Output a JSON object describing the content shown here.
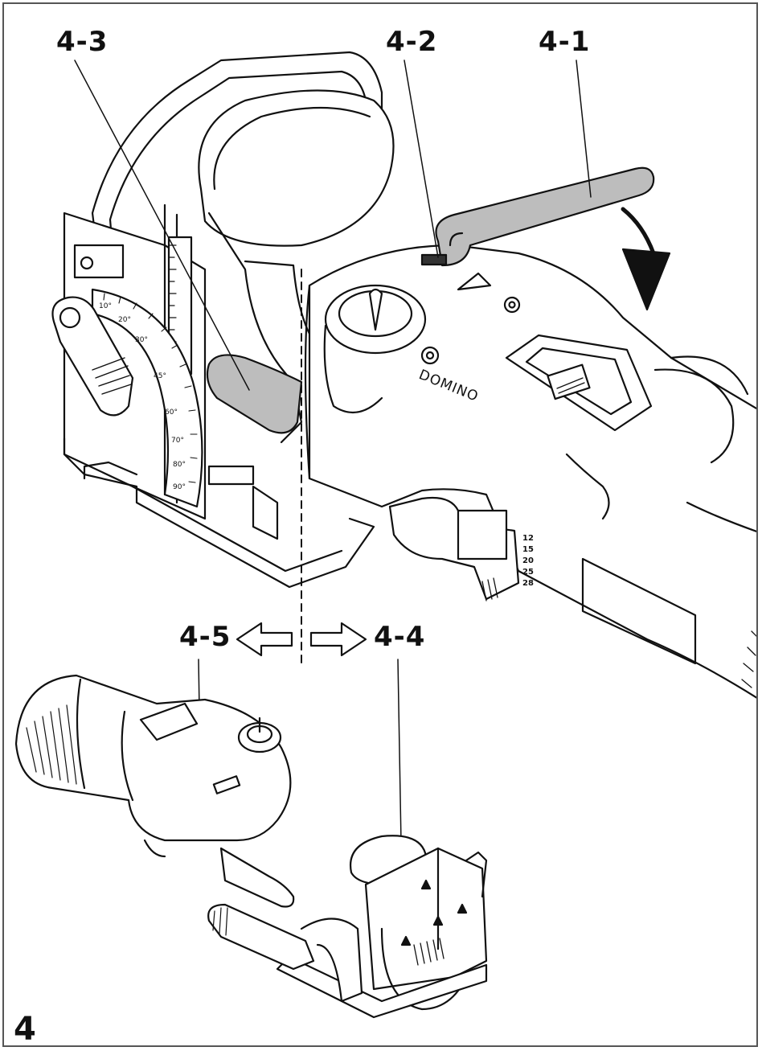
{
  "figure_number": "4",
  "callouts": {
    "c41": "4-1",
    "c42": "4-2",
    "c43": "4-3",
    "c44": "4-4",
    "c45": "4-5"
  },
  "brand_label": "DOMINO",
  "depth_scale": [
    "12",
    "15",
    "20",
    "25",
    "28"
  ],
  "angle_scale": [
    "10°",
    "20°",
    "30°",
    "45°",
    "60°",
    "70°",
    "80°",
    "90°"
  ],
  "colors": {
    "line": "#111111",
    "highlight_fill": "#bdbdbd",
    "frame": "#555555"
  },
  "icons": [
    "spanner-icon",
    "rotation-arrow-icon",
    "arrow-left-icon",
    "arrow-right-icon"
  ]
}
